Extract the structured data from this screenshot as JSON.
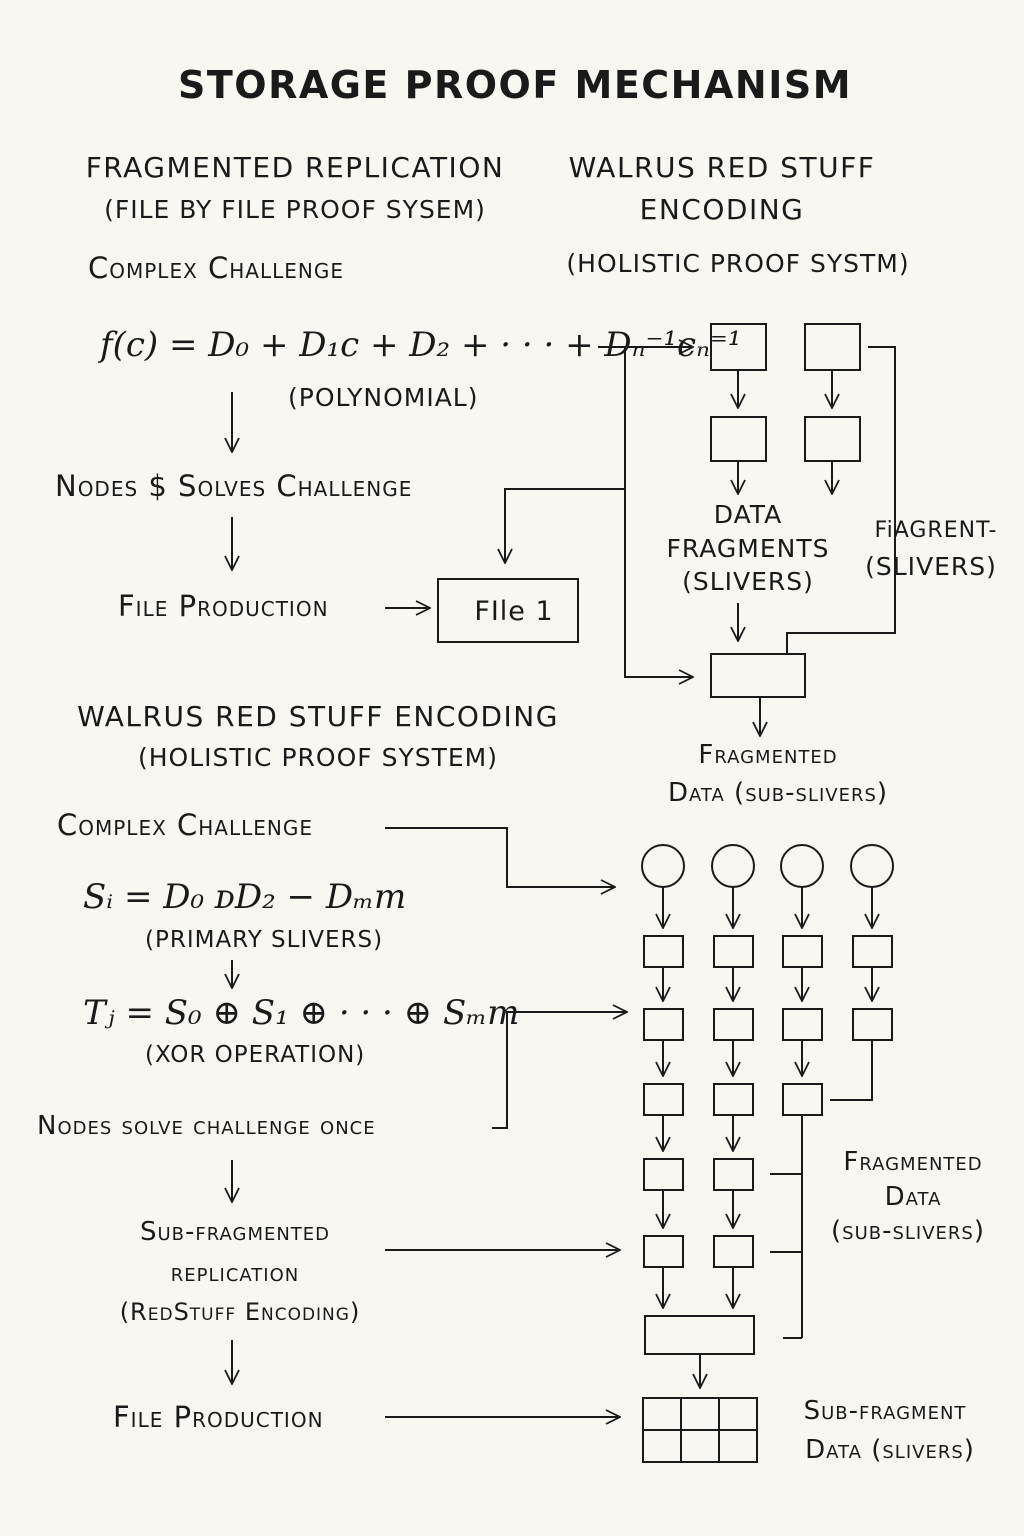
{
  "title": "STORAGE PROOF MECHANISM",
  "left_top": {
    "heading": "FRAGMENTED REPLICATION",
    "subheading": "(FILE BY FILE PROOF SYSEM)",
    "challenge": "Complex Challenge",
    "formula": "f(c) = D₀ + D₁c + D₂ + · · · + Dₙ⁻¹cₙ⁼¹",
    "formula_note": "(POLYNOMIAL)",
    "solve": "Nodes $ Solves Challenge",
    "production": "File Production",
    "file_box": "FIle 1"
  },
  "right_top": {
    "heading_line1": "WALRUS RED STUFF",
    "heading_line2": "ENCODING",
    "subheading": "(HOLISTIC PROOF SYSTM)",
    "fragments_line1": "DATA",
    "fragments_line2": "FRAGMENTS",
    "fragments_line3": "(SLIVERS)",
    "side_line1": "FiAGRENT-",
    "side_line2": "(SLIVERS)",
    "output_line1": "Fragmented",
    "output_line2": "Data (sub-slivers)"
  },
  "left_bottom": {
    "heading": "WALRUS RED STUFF ENCODING",
    "subheading": "(HOLISTIC PROOF SYSTEM)",
    "challenge": "Complex Challenge",
    "formula_s": "Sᵢ = D₀ ᴅD₂ − Dₘm",
    "formula_s_note": "(PRIMARY SLIVERS)",
    "formula_t": "Tⱼ = S₀ ⊕ S₁ ⊕ · · · ⊕ Sₘm",
    "formula_t_note": "(XOR OPERATION)",
    "solve": "Nodes solve challenge once",
    "replication_line1": "Sub-fragmented",
    "replication_line2": "replication",
    "replication_line3": "(RedStuff Encoding)",
    "production": "File Production"
  },
  "right_bottom": {
    "side_line1": "Fragmented",
    "side_line2": "Data",
    "side_line3": "(sub-slivers)",
    "output_line1": "Sub-fragment",
    "output_line2": "Data (slivers)"
  }
}
